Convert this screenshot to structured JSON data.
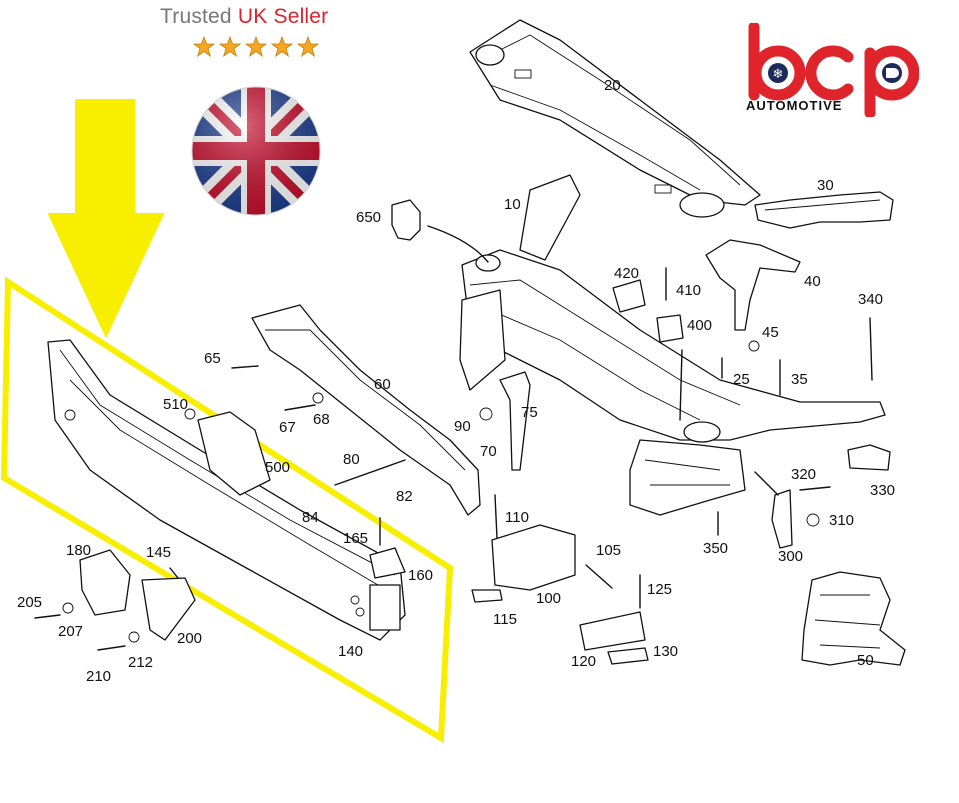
{
  "badge": {
    "trusted": "Trusted",
    "uk_seller": "UK Seller",
    "stars": 5,
    "accent": "#d9232e"
  },
  "logo": {
    "brand": "bcp",
    "tagline": "AUTOMOTIVE",
    "brand_color": "#e0242c"
  },
  "highlight": {
    "color": "#f7ee00"
  },
  "labels": {
    "l10": "10",
    "l20": "20",
    "l25": "25",
    "l30": "30",
    "l35": "35",
    "l40": "40",
    "l45": "45",
    "l50": "50",
    "l60": "60",
    "l65": "65",
    "l67": "67",
    "l68": "68",
    "l70": "70",
    "l75": "75",
    "l80": "80",
    "l82": "82",
    "l84": "84",
    "l90": "90",
    "l100": "100",
    "l105": "105",
    "l110": "110",
    "l115": "115",
    "l120": "120",
    "l125": "125",
    "l130": "130",
    "l140": "140",
    "l145": "145",
    "l160": "160",
    "l165": "165",
    "l180": "180",
    "l200": "200",
    "l205": "205",
    "l207": "207",
    "l210": "210",
    "l212": "212",
    "l300": "300",
    "l310": "310",
    "l320": "320",
    "l330": "330",
    "l340": "340",
    "l350": "350",
    "l400": "400",
    "l410": "410",
    "l420": "420",
    "l500": "500",
    "l510": "510",
    "l650": "650"
  }
}
